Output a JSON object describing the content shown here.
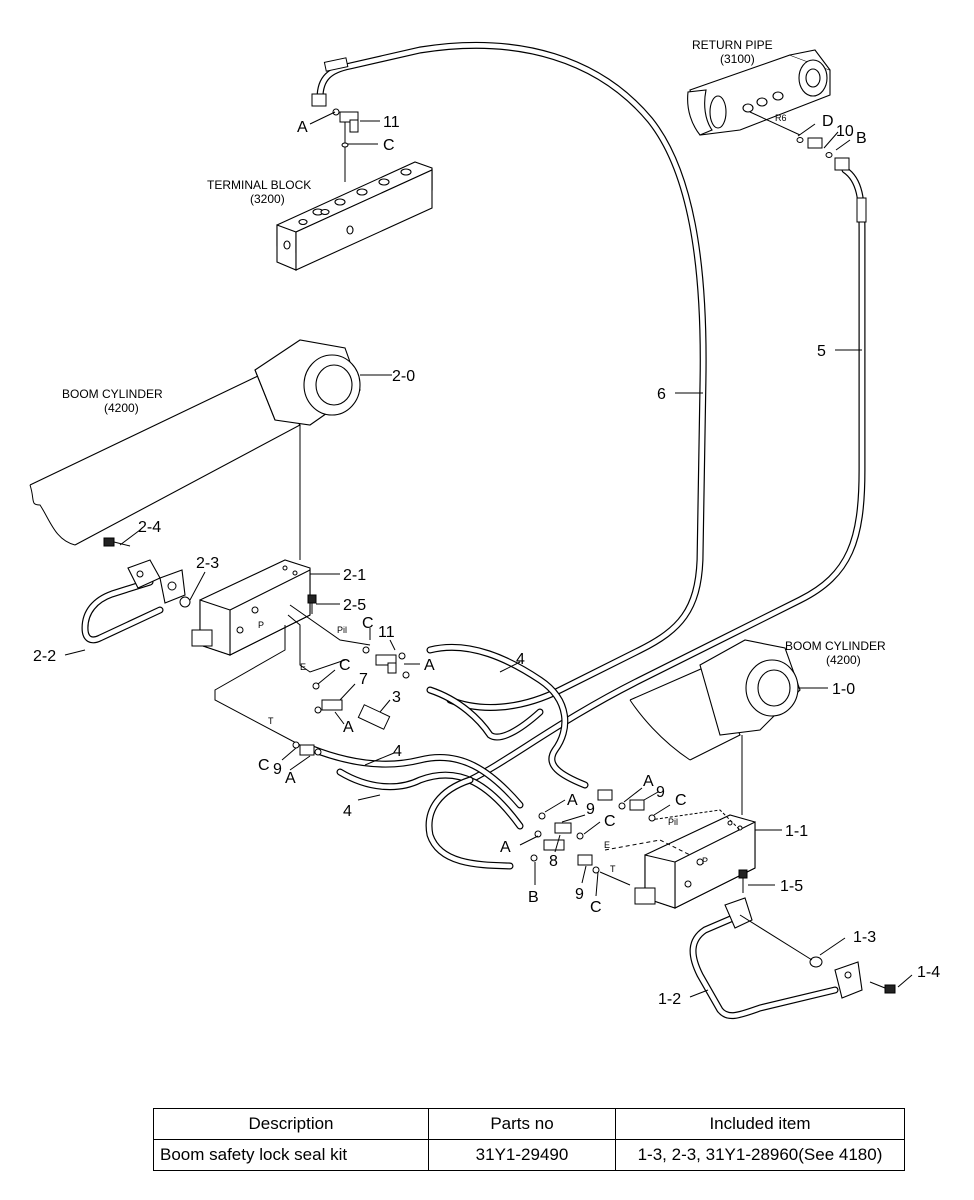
{
  "diagram": {
    "assemblies": {
      "terminal_block": {
        "name": "TERMINAL BLOCK",
        "ref": "(3200)"
      },
      "return_pipe": {
        "name": "RETURN PIPE",
        "ref": "(3100)"
      },
      "boom_cylinder_left": {
        "name": "BOOM CYLINDER",
        "ref": "(4200)"
      },
      "boom_cylinder_right": {
        "name": "BOOM CYLINDER",
        "ref": "(4200)"
      }
    },
    "callouts": {
      "p_2_0": "2-0",
      "p_2_1": "2-1",
      "p_2_2": "2-2",
      "p_2_3": "2-3",
      "p_2_4": "2-4",
      "p_2_5": "2-5",
      "p_1_0": "1-0",
      "p_1_1": "1-1",
      "p_1_2": "1-2",
      "p_1_3": "1-3",
      "p_1_4": "1-4",
      "p_1_5": "1-5",
      "p_3": "3",
      "p_4a": "4",
      "p_4b": "4",
      "p_4c": "4",
      "p_5": "5",
      "p_6": "6",
      "p_7": "7",
      "p_8": "8",
      "p_9a": "9",
      "p_9b": "9",
      "p_9c": "9",
      "p_9d": "9",
      "p_10": "10",
      "p_11a": "11",
      "p_11b": "11"
    },
    "letters": {
      "a1": "A",
      "c1": "C",
      "d1": "D",
      "b1": "B",
      "c2": "C",
      "a2": "A",
      "c3": "C",
      "a3": "A",
      "c4": "C",
      "a4": "A",
      "a5": "A",
      "a6": "A",
      "c5": "C",
      "c6": "C",
      "a7": "A",
      "b2": "B",
      "c7": "C"
    },
    "port_marks": {
      "r6": "R6",
      "pi1": "Pil",
      "e1": "E",
      "t1": "T",
      "pi2": "Pil",
      "e2": "E",
      "t2": "T",
      "p1": "P",
      "p2": "P"
    }
  },
  "parts_table": {
    "headers": [
      "Description",
      "Parts no",
      "Included item"
    ],
    "rows": [
      [
        "Boom safety lock seal kit",
        "31Y1-29490",
        "1-3, 2-3, 31Y1-28960(See 4180)"
      ]
    ]
  }
}
